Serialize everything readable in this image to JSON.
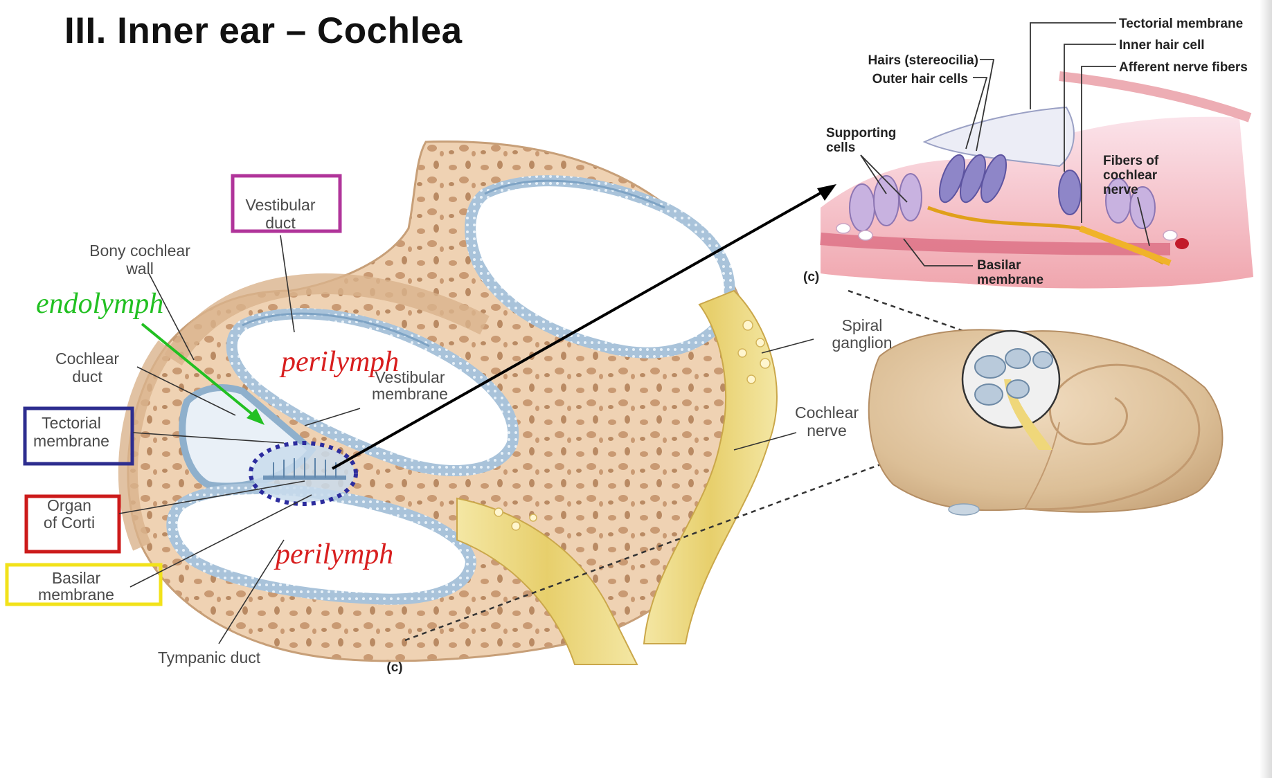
{
  "title": "III. Inner ear – Cochlea",
  "main_figure": {
    "labels": {
      "vestibular_duct": [
        "Vestibular",
        "duct"
      ],
      "bony_cochlear_wall": [
        "Bony cochlear",
        "wall"
      ],
      "cochlear_duct": [
        "Cochlear",
        "duct"
      ],
      "tectorial_membrane": [
        "Tectorial",
        "membrane"
      ],
      "organ_of_corti": [
        "Organ",
        "of Corti"
      ],
      "basilar_membrane": [
        "Basilar",
        "membrane"
      ],
      "tympanic_duct": "Tympanic duct",
      "vestibular_membrane": [
        "Vestibular",
        "membrane"
      ],
      "spiral_ganglion": [
        "Spiral",
        "ganglion"
      ],
      "cochlear_nerve": [
        "Cochlear",
        "nerve"
      ],
      "panel_c": "(c)"
    },
    "annotations": {
      "endolymph": "endolymph",
      "perilymph_upper": "perilymph",
      "perilymph_lower": "perilymph"
    },
    "box_colors": {
      "vestibular_duct": "#b0349a",
      "tectorial_membrane": "#2d2d8f",
      "organ_of_corti": "#cc1a1a",
      "basilar_membrane": "#f2e21a"
    }
  },
  "inset_figure": {
    "labels": {
      "tectorial_membrane": "Tectorial membrane",
      "inner_hair_cell": "Inner hair cell",
      "afferent_nerve_fibers": "Afferent nerve fibers",
      "hairs_stereocilia": "Hairs (stereocilia)",
      "outer_hair_cells": "Outer hair cells",
      "supporting_cells": [
        "Supporting",
        "cells"
      ],
      "fibers_of_cochlear_nerve": [
        "Fibers of",
        "cochlear",
        "nerve"
      ],
      "basilar_membrane": [
        "Basilar",
        "membrane"
      ],
      "panel_c": "(c)"
    }
  }
}
